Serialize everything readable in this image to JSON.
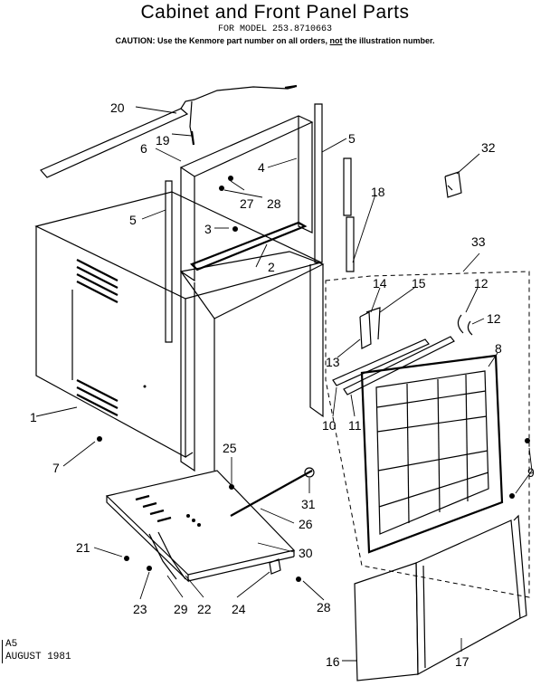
{
  "header": {
    "title": "Cabinet and Front Panel Parts",
    "model_line": "FOR MODEL 253.8710663",
    "caution_before": "CAUTION: Use the Kenmore part number on all orders, ",
    "caution_not": "not",
    "caution_after": " the illustration number."
  },
  "footer": {
    "code": "A5",
    "date": "AUGUST 1981"
  },
  "callouts": {
    "c1": "1",
    "c2": "2",
    "c3": "3",
    "c4": "4",
    "c5a": "5",
    "c5b": "5",
    "c6": "6",
    "c7": "7",
    "c8": "8",
    "c9": "9",
    "c10": "10",
    "c11": "11",
    "c12a": "12",
    "c12b": "12",
    "c13": "13",
    "c14": "14",
    "c15": "15",
    "c16": "16",
    "c17": "17",
    "c18": "18",
    "c19": "19",
    "c20": "20",
    "c21": "21",
    "c22": "22",
    "c23": "23",
    "c24": "24",
    "c25": "25",
    "c26": "26",
    "c27": "27",
    "c28a": "28",
    "c28b": "28",
    "c29": "29",
    "c30": "30",
    "c31": "31",
    "c32": "32",
    "c33": "33"
  }
}
